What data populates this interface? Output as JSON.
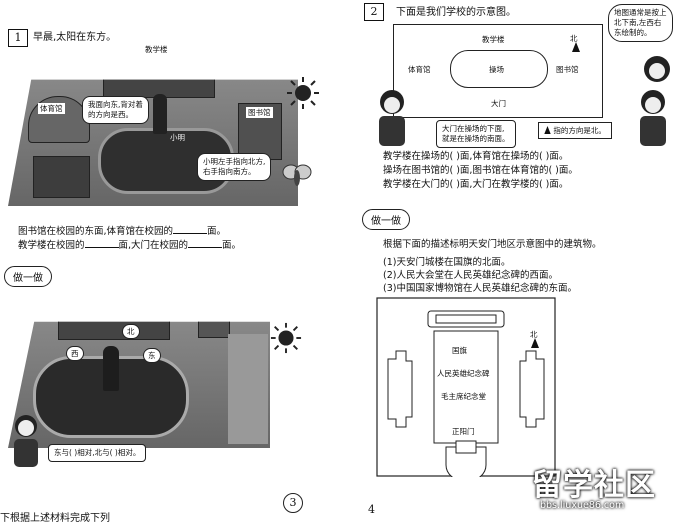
{
  "left": {
    "section1": {
      "number": "1",
      "title": "早晨,太阳在东方。",
      "labels": {
        "teaching_building": "教学楼",
        "gym": "体育馆",
        "library": "图书馆",
        "xiaoming": "小明"
      },
      "bubble_face": "我面向东,背对着\n的方向是西。",
      "bubble_hands": "小明左手指向北方,\n右手指向南方。",
      "q1": "图书馆在校园的东面,体育馆在校园的",
      "q1_end": "面。",
      "q2_a": "教学楼在校园的",
      "q2_b": "面,大门在校园的",
      "q2_end": "面。"
    },
    "practice": {
      "title": "做一做",
      "labels": {
        "north": "北",
        "west": "西",
        "east": "东"
      },
      "bubble": "东与(    )相对,北与(    )相对。"
    },
    "page_number": "3"
  },
  "right": {
    "section2": {
      "number": "2",
      "title": "下面是我们学校的示意图。",
      "map": {
        "teaching_building": "教学楼",
        "north": "北",
        "gym": "体育馆",
        "playground": "操场",
        "library": "图书馆",
        "gate": "大门"
      },
      "bubble_map_rule": "地图通常是按上\n北下南,左西右\n东绘制的。",
      "bubble_gate": "大门在操场的下面,\n就是在操场的南面。",
      "bubble_arrow": "指的方向是北。",
      "questions": [
        "教学楼在操场的(    )面,体育馆在操场的(    )面。",
        "操场在图书馆的(    )面,图书馆在体育馆的(    )面。",
        "教学楼在大门的(    )面,大门在教学楼的(    )面。"
      ]
    },
    "practice": {
      "title": "做一做",
      "instruction": "根据下面的描述标明天安门地区示意图中的建筑物。",
      "items": [
        "(1)天安门城楼在国旗的北面。",
        "(2)人民大会堂在人民英雄纪念碑的西面。",
        "(3)中国国家博物馆在人民英雄纪念碑的东面。"
      ],
      "map": {
        "north": "北",
        "flag": "国旗",
        "monument": "人民英雄纪念碑",
        "memorial": "毛主席纪念堂",
        "zhengyangmen": "正阳门"
      }
    },
    "page_number": "4"
  },
  "watermark": {
    "logo": "留学社区",
    "url": "bbs.liuxue86.com"
  },
  "bottom_fragment": "下根据上述材料完成下列"
}
